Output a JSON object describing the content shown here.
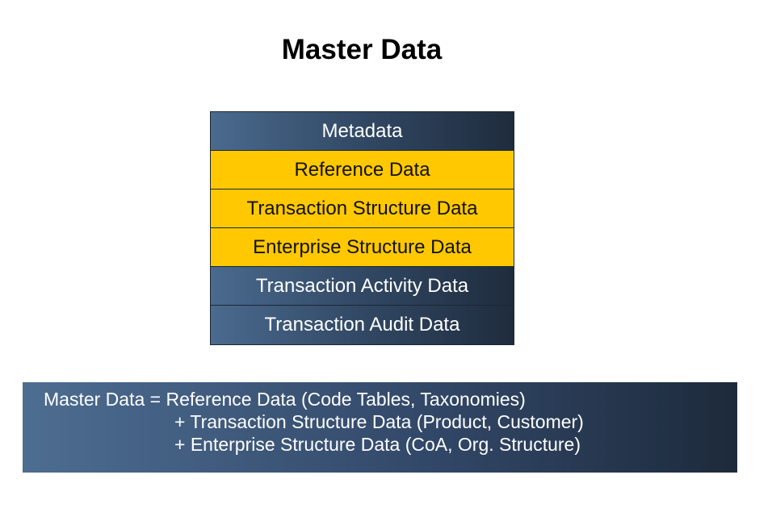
{
  "title": "Master Data",
  "layers": [
    {
      "label": "Metadata",
      "style": "dark"
    },
    {
      "label": "Reference Data",
      "style": "gold"
    },
    {
      "label": "Transaction Structure Data",
      "style": "gold"
    },
    {
      "label": "Enterprise Structure Data",
      "style": "gold"
    },
    {
      "label": "Transaction Activity Data",
      "style": "dark"
    },
    {
      "label": "Transaction Audit Data",
      "style": "dark"
    }
  ],
  "formula": {
    "line1": "Master Data = Reference Data (Code Tables, Taxonomies)",
    "line2": "+ Transaction Structure Data (Product, Customer)",
    "line3": "+ Enterprise Structure Data (CoA, Org. Structure)"
  },
  "colors": {
    "highlight": "#ffc800",
    "dark_start": "#4a6a8e",
    "dark_end": "#1f2c3d"
  }
}
